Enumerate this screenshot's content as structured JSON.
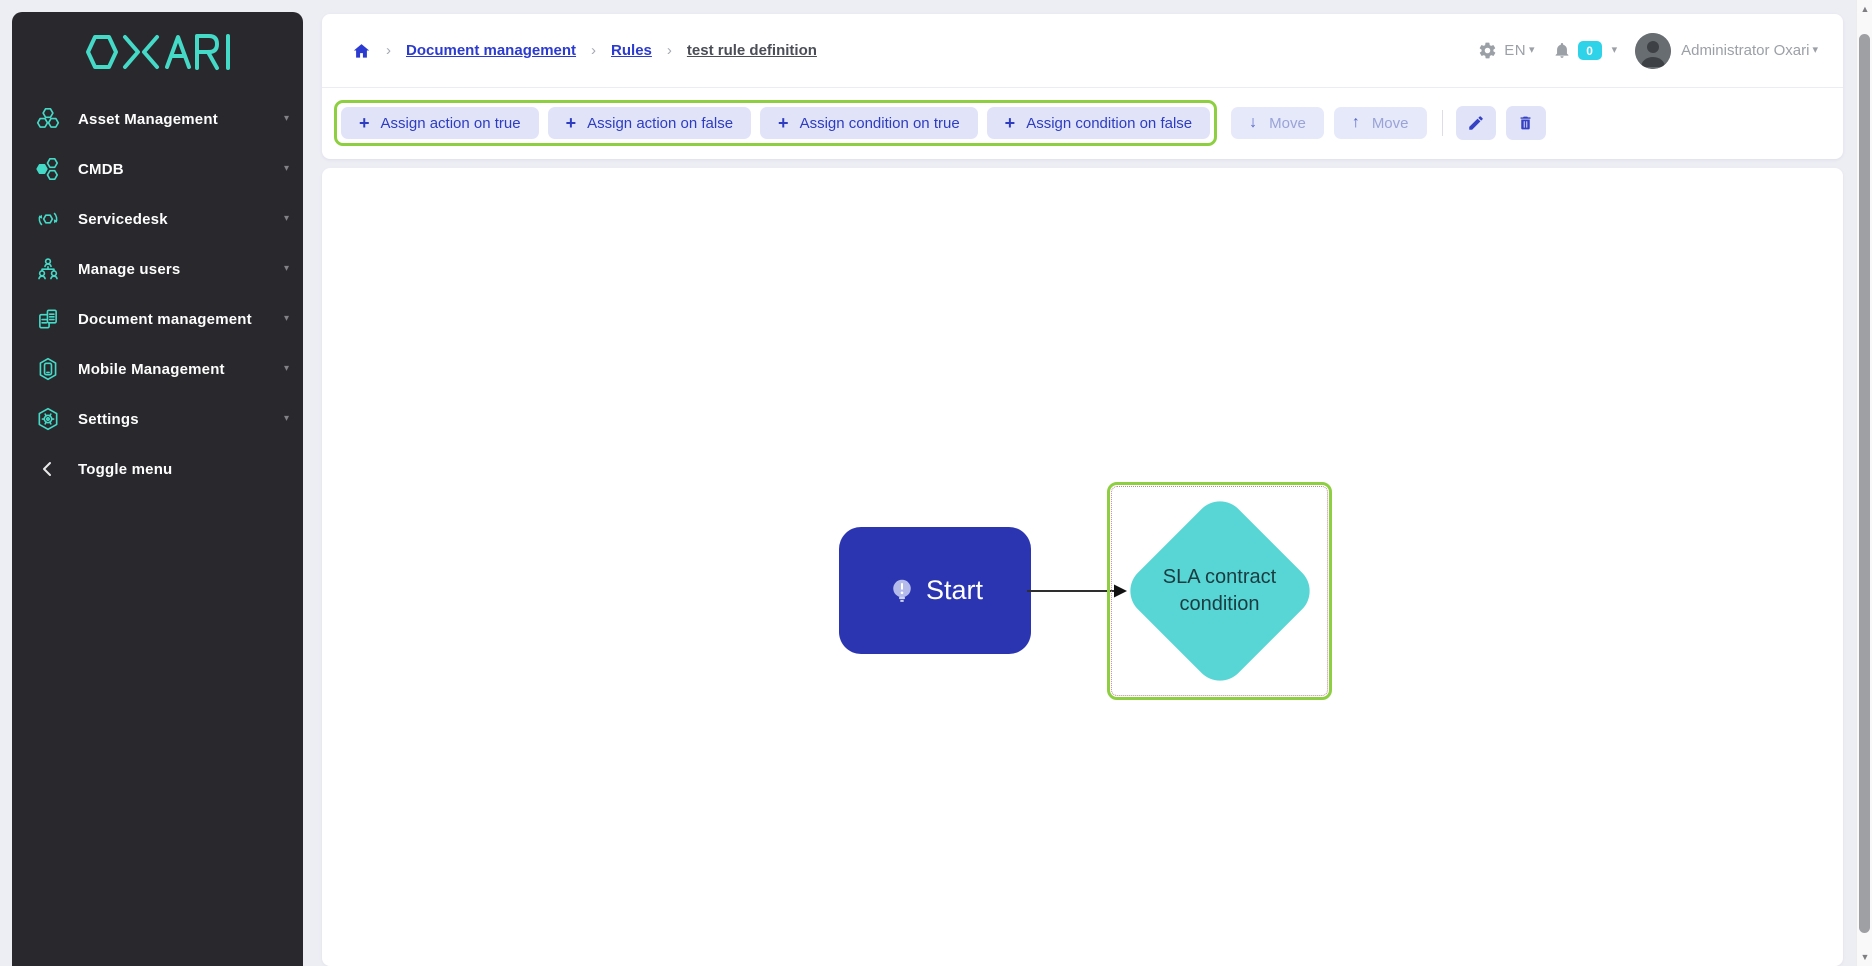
{
  "brand": {
    "logo_text": "OXARI"
  },
  "sidebar": {
    "items": [
      {
        "label": "Asset Management"
      },
      {
        "label": "CMDB"
      },
      {
        "label": "Servicedesk"
      },
      {
        "label": "Manage users"
      },
      {
        "label": "Document management"
      },
      {
        "label": "Mobile Management"
      },
      {
        "label": "Settings"
      }
    ],
    "toggle_label": "Toggle menu"
  },
  "header": {
    "breadcrumb": {
      "level1": "Document management",
      "level2": "Rules",
      "current": "test rule definition"
    },
    "language": "EN",
    "notification_count": "0",
    "user_name": "Administrator Oxari"
  },
  "toolbar": {
    "buttons": [
      {
        "label": "Assign action on true"
      },
      {
        "label": "Assign action on false"
      },
      {
        "label": "Assign condition on true"
      },
      {
        "label": "Assign condition on false"
      }
    ],
    "move_down_label": "Move",
    "move_up_label": "Move"
  },
  "canvas": {
    "start_node": {
      "label": "Start"
    },
    "condition_node": {
      "label_line1": "SLA contract",
      "label_line2": "condition"
    }
  },
  "glyphs": {
    "plus": "+",
    "caret_down": "▾",
    "separator": "›",
    "arrow_down": "↓",
    "arrow_up": "↑",
    "scroll_up": "▲",
    "scroll_down": "▼"
  },
  "colors": {
    "accent_teal": "#45d9c7",
    "link_blue": "#2b3ad0",
    "node_blue": "#2b35b2",
    "diamond_teal": "#58d5d5",
    "highlight_green": "#8dcf40",
    "badge_cyan": "#2ed2e9",
    "sidebar_bg": "#29292d"
  }
}
